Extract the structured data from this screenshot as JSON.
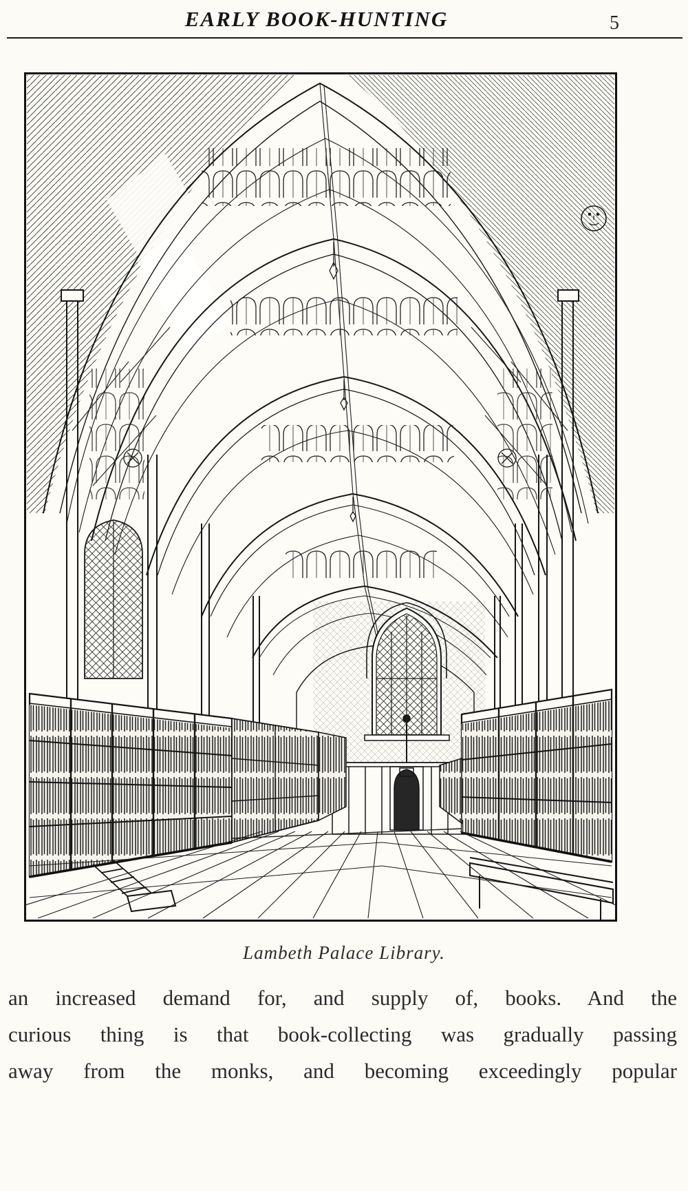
{
  "page": {
    "header": {
      "title": "EARLY BOOK-HUNTING",
      "page_number": "5"
    },
    "illustration": {
      "caption": "Lambeth Palace Library."
    },
    "body": {
      "lines": [
        "an increased demand for, and supply of, books.  And the",
        "curious thing is that book-collecting was gradually passing",
        "away from the monks, and becoming exceedingly popular"
      ]
    }
  }
}
